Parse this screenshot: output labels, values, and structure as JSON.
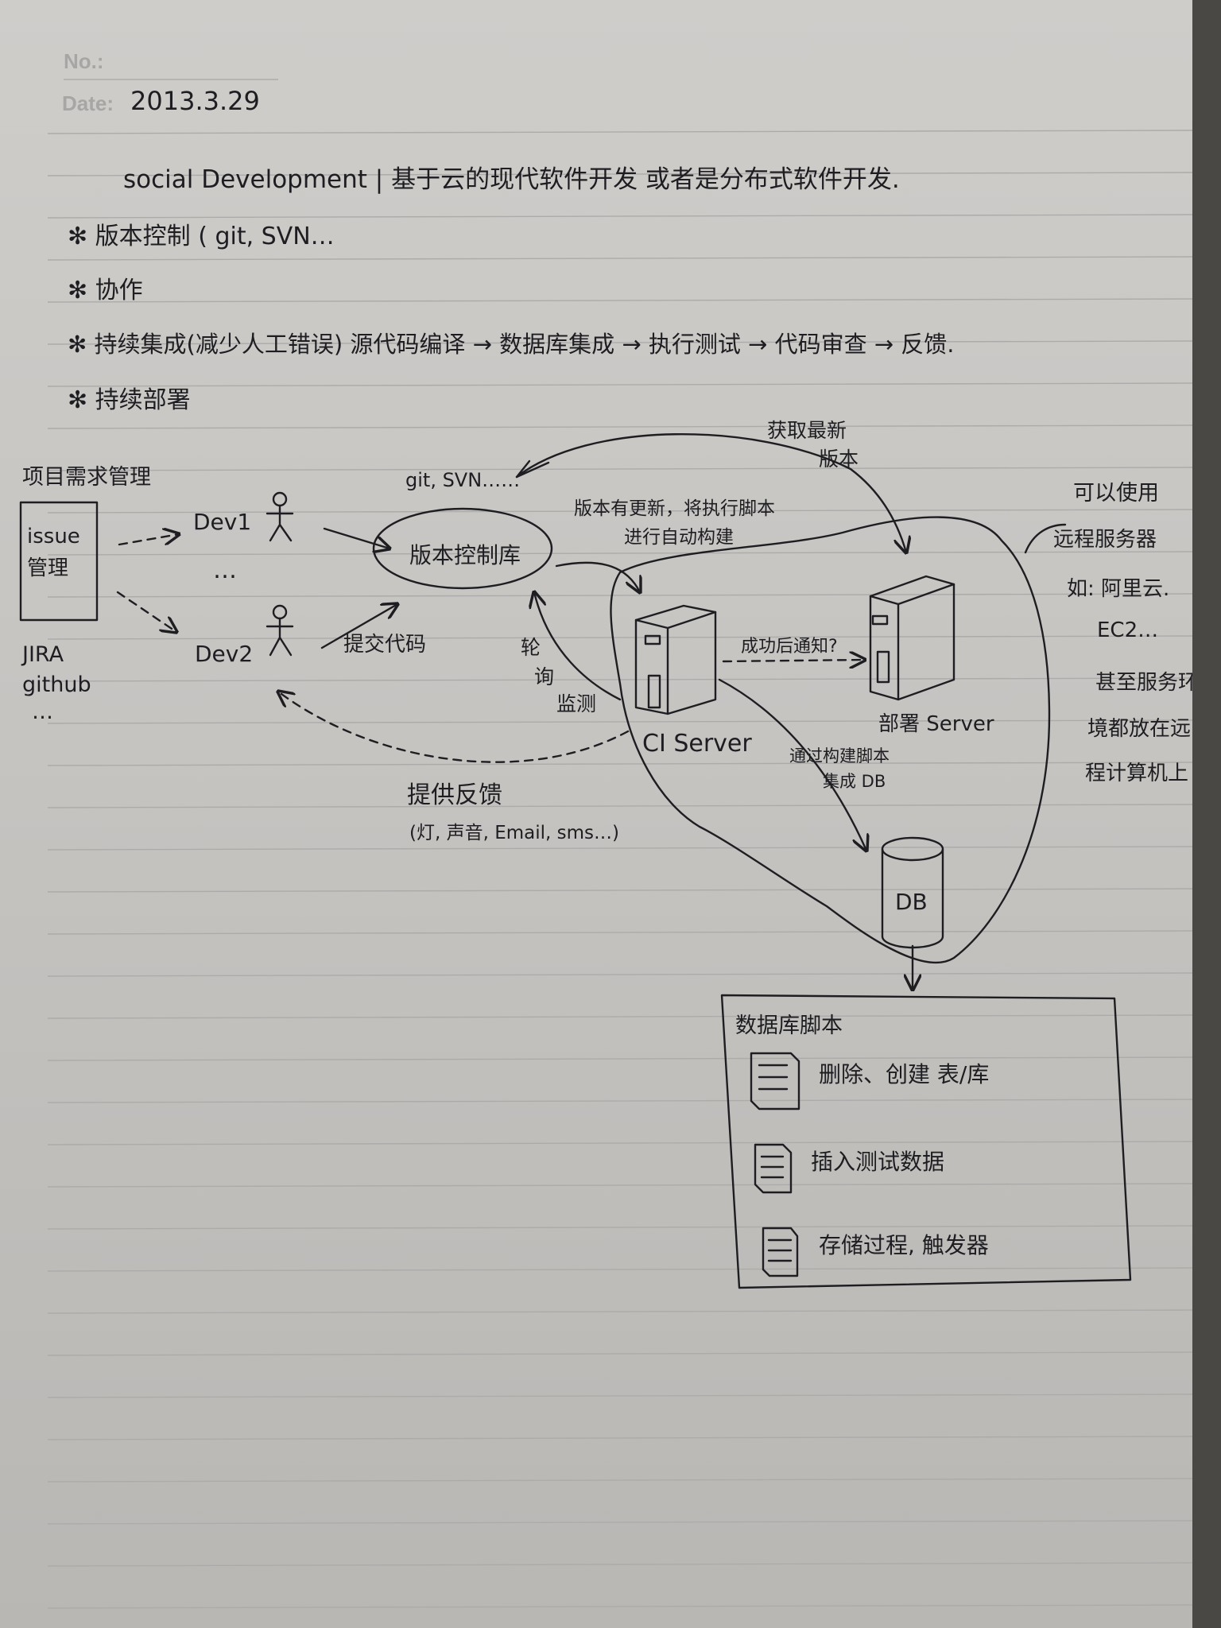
{
  "header": {
    "no_label": "No.:",
    "date_label": "Date:",
    "date_value": "2013.3.29"
  },
  "title": "social Development | 基于云的现代软件开发 或者是分布式软件开发.",
  "bullets": [
    "✻ 版本控制 ( git, SVN…",
    "✻ 协作",
    "✻ 持续集成(减少人工错误)  源代码编译 → 数据库集成 → 执行测试 → 代码审查 → 反馈.",
    "✻ 持续部署"
  ],
  "diagram": {
    "issue_mgmt_title": "项目需求管理",
    "issue_box": "issue 管理",
    "issue_tools": [
      "JIRA",
      "github",
      "…"
    ],
    "dev1": "Dev1",
    "dots": "…",
    "dev2": "Dev2",
    "vcs": "版本控制库",
    "vcs_tools": "git, SVN……",
    "commit": "提交代码",
    "poll": [
      "轮",
      "询",
      "监测"
    ],
    "trigger": [
      "版本有更新，将执行脚本",
      "进行自动构建"
    ],
    "fetch_latest": [
      "获取最新",
      "版本"
    ],
    "ci_server": "CI Server",
    "notify": "成功后通知?",
    "deploy_server": "部署 Server",
    "db_build": [
      "通过构建脚本",
      "集成 DB"
    ],
    "db": "DB",
    "feedback": "提供反馈",
    "feedback_channels": "(灯, 声音, Email, sms…)",
    "cloud_note": [
      "可以使用",
      "远程服务器",
      "如: 阿里云.",
      "EC2…",
      "甚至服务环",
      "境都放在远",
      "程计算机上"
    ],
    "db_scripts_title": "数据库脚本",
    "db_scripts": [
      "删除、创建 表/库",
      "插入测试数据",
      "存储过程, 触发器"
    ]
  }
}
